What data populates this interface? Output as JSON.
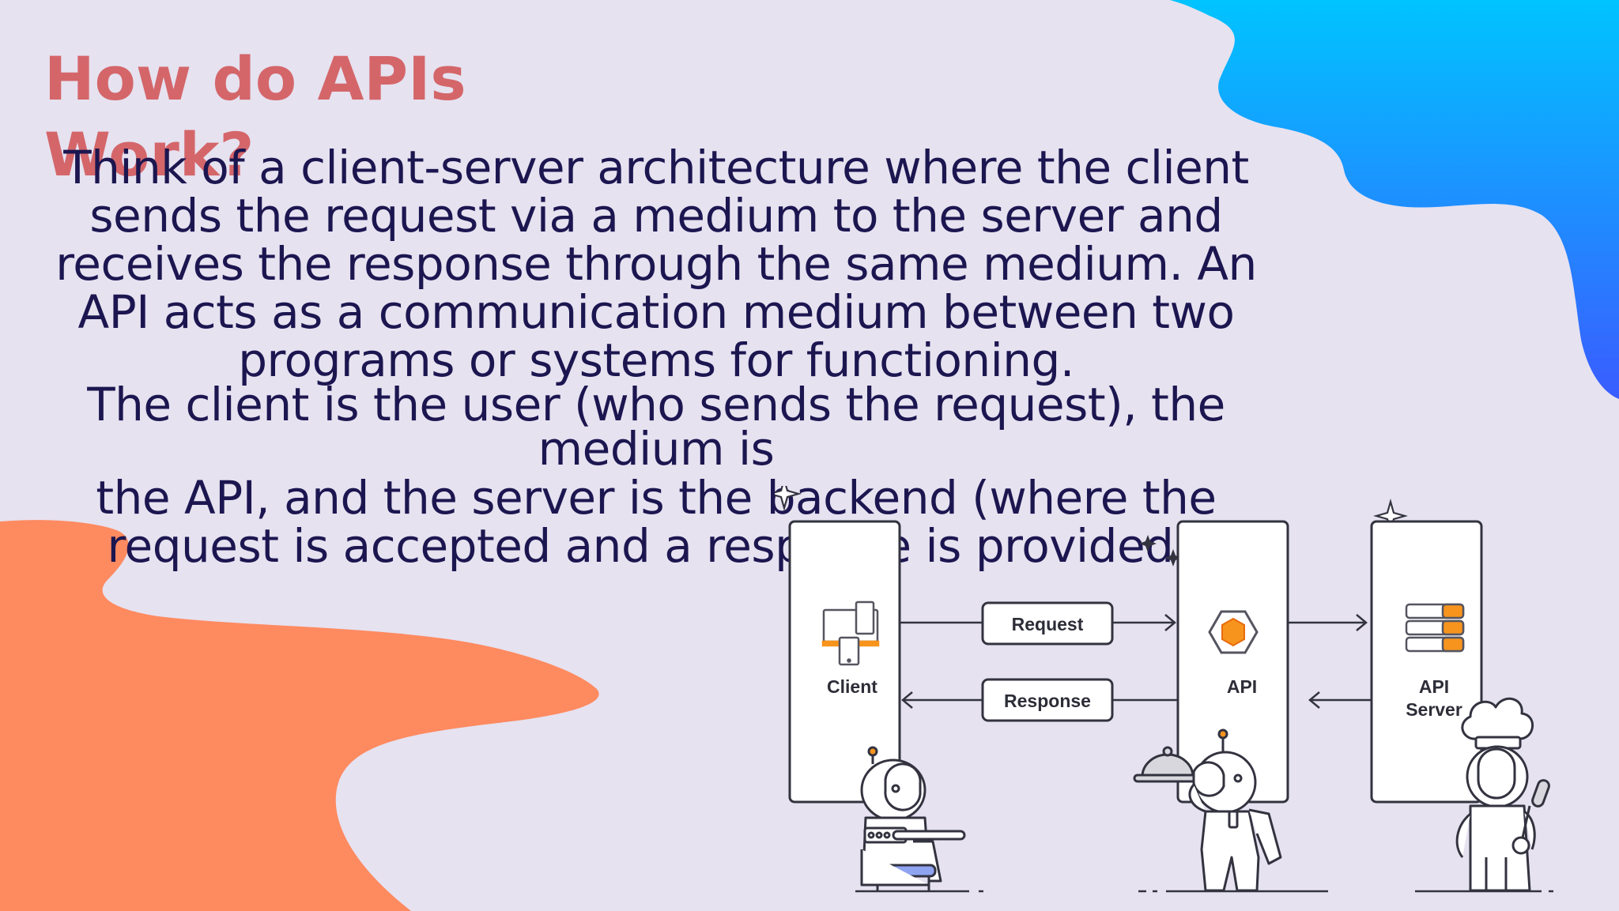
{
  "slide": {
    "title": "How do APIs Work?",
    "paragraph_1": "Think of a client-server architecture where the client sends the  request via a medium to the server and receives the response  through the same medium. An API acts as a communication  medium between two programs or systems for functioning.",
    "paragraph_2": "The client is the user (who sends the request), the medium is",
    "paragraph_3": "the API, and the server is the backend (where the request is  accepted and a response is provided)."
  },
  "diagram": {
    "client_label": "Client",
    "api_label": "API",
    "server_label_line1": "API",
    "server_label_line2": "Server",
    "request_label": "Request",
    "response_label": "Response"
  },
  "colors": {
    "background": "#e6e2f0",
    "title": "#d4666a",
    "text": "#1c1650",
    "orange_blob": "#fe8a60",
    "blue_blob_top": "#00c4ff",
    "blue_blob_bottom": "#3a5cff",
    "icon_orange": "#f7941d"
  }
}
